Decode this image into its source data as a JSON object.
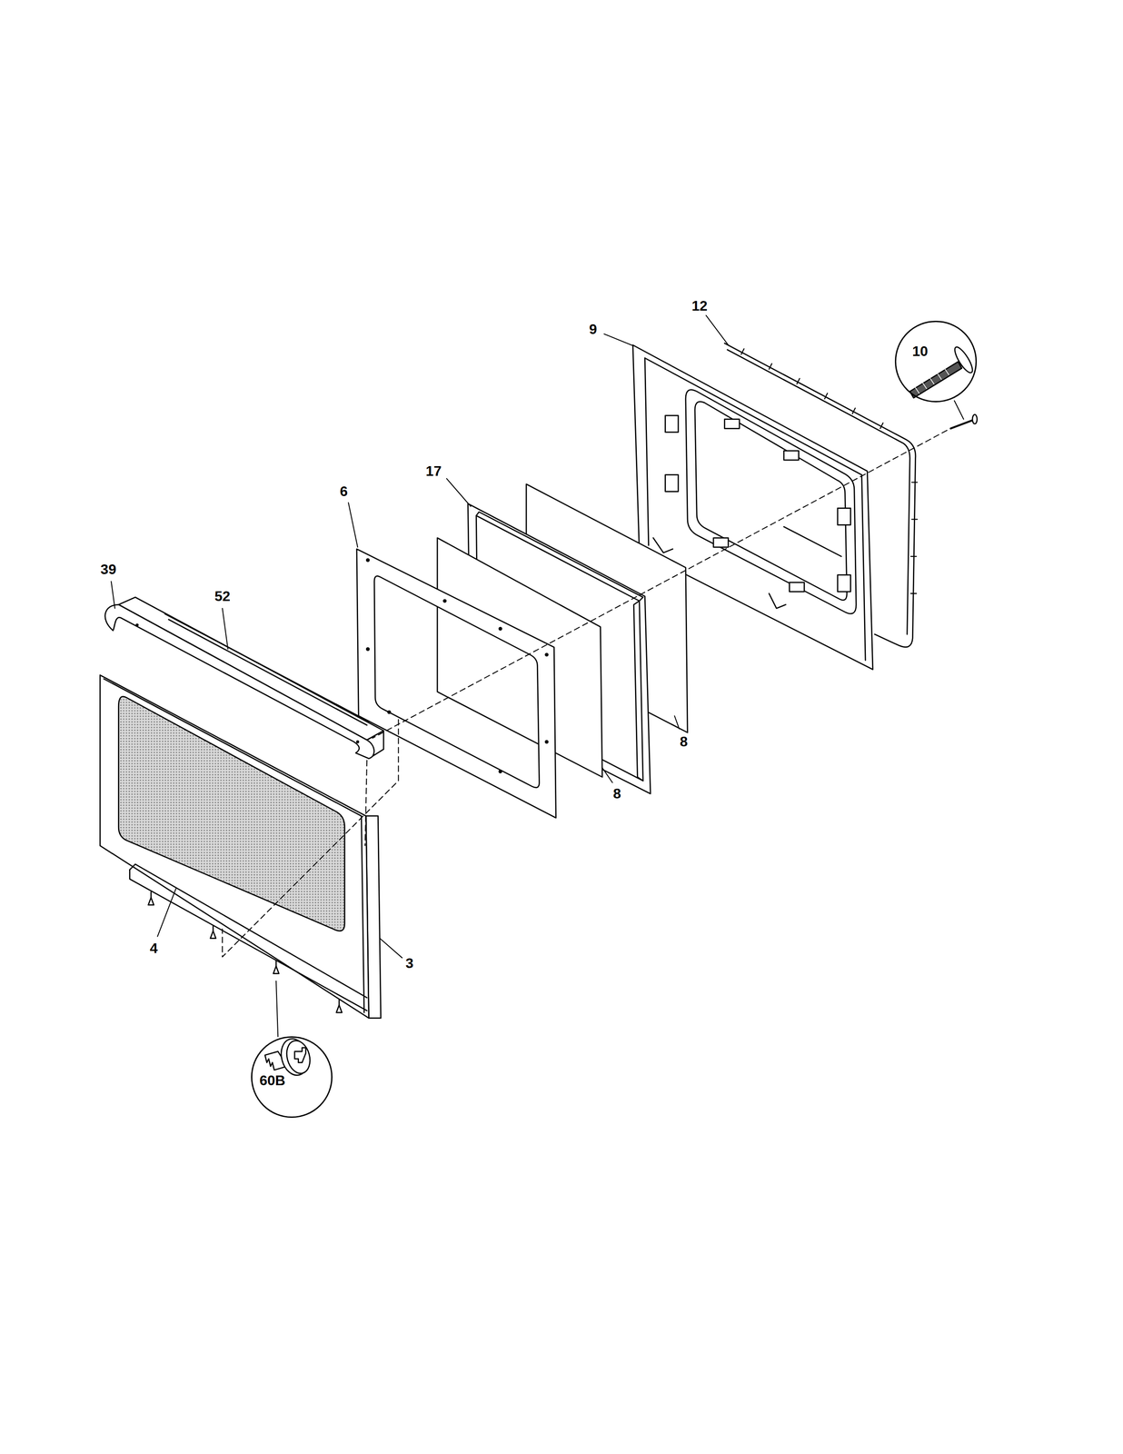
{
  "diagram": {
    "nodes": [
      {
        "text": [
          "10"
        ]
      },
      {
        "text": [
          "60B"
        ]
      }
    ],
    "labels": [
      "12",
      "9",
      "17",
      "6",
      "39",
      "52",
      "8",
      "8",
      "4",
      "3"
    ]
  }
}
